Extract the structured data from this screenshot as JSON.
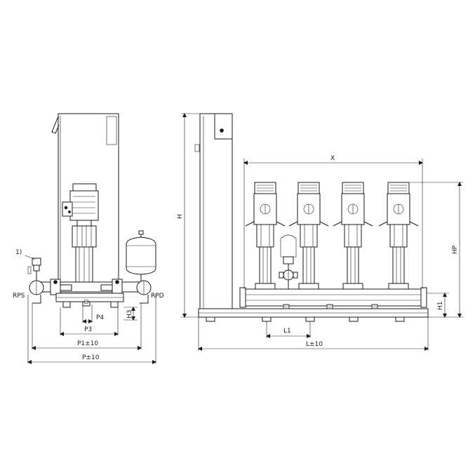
{
  "side_view": {
    "note_marker": "1)",
    "connection_suction": "RPS",
    "connection_discharge": "RPD",
    "dim_p4": "P4",
    "dim_h3": "H3",
    "dim_p3": "P3",
    "dim_p1": "P1±10",
    "dim_p": "P±10"
  },
  "front_view": {
    "dim_x": "X",
    "dim_h": "H",
    "dim_hp": "HP",
    "dim_h1": "H1",
    "dim_l1": "L1",
    "dim_l": "L±10",
    "pump_count": 4
  },
  "colors": {
    "line": "#1a1a1a",
    "background": "#ffffff",
    "fill_grey": "#d9d9d9"
  }
}
